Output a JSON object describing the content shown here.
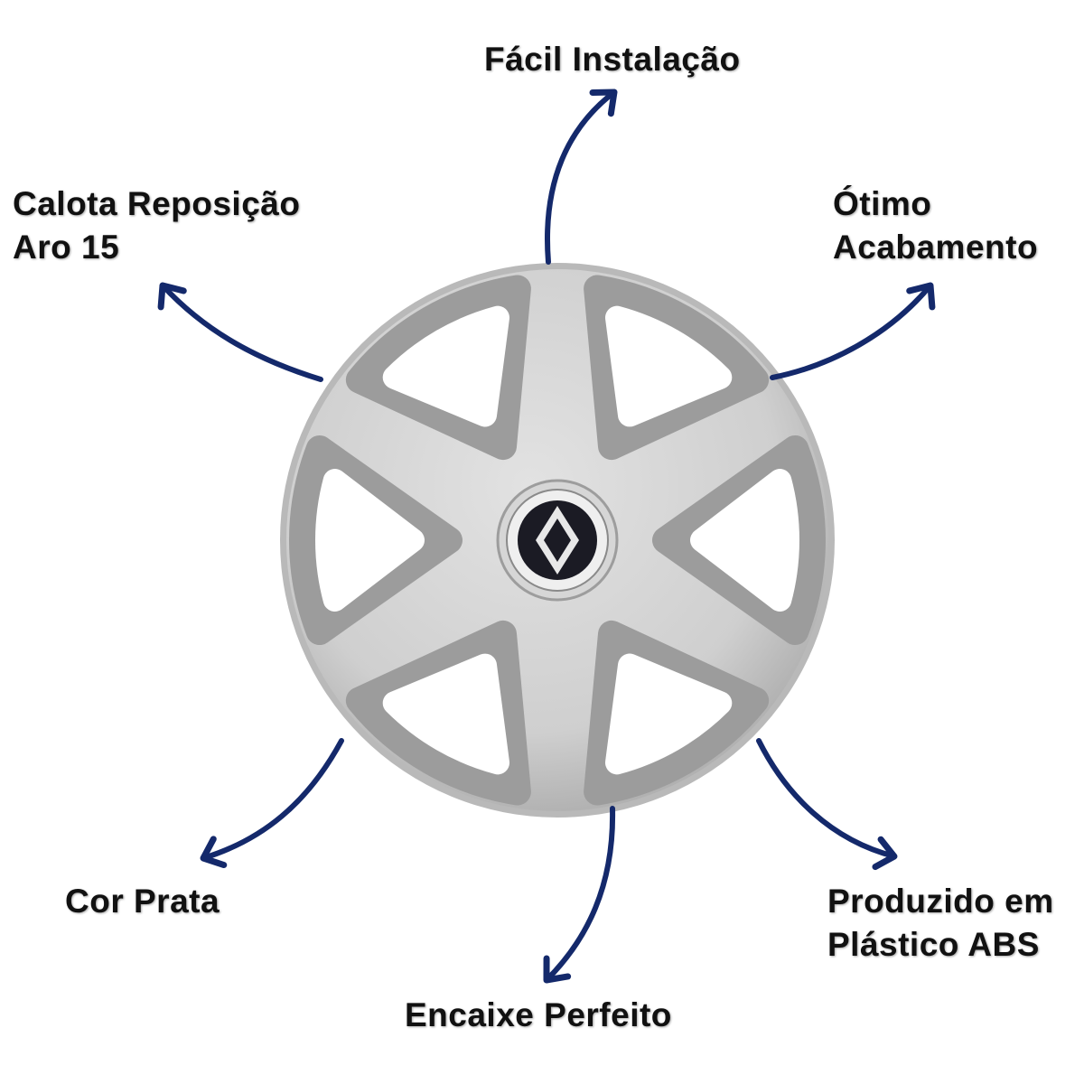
{
  "labels": {
    "top": "Fácil Instalação",
    "top_left_line1": "Calota Reposição",
    "top_left_line2": "Aro 15",
    "top_right_line1": "Ótimo",
    "top_right_line2": "Acabamento",
    "bottom_left": "Cor Prata",
    "bottom_center": "Encaixe Perfeito",
    "bottom_right_line1": "Produzido em",
    "bottom_right_line2": "Plástico ABS"
  },
  "colors": {
    "arrow": "#14296b",
    "hubcap": "#c9c9c9",
    "emblem": "#1b1b24"
  },
  "icons": [
    "hubcap-image",
    "renault-emblem-icon",
    "curved-arrow-icon"
  ]
}
